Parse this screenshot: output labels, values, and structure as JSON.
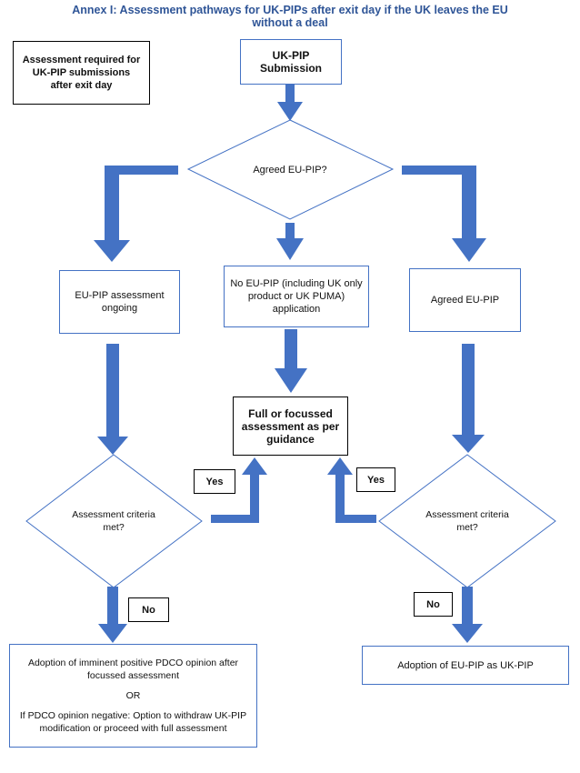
{
  "title": {
    "line1": "Annex I: Assessment pathways for UK-PIPs after exit day if the UK leaves the EU",
    "line2": "without a deal"
  },
  "note": "Assessment required for UK-PIP submissions after exit day",
  "start": "UK-PIP Submission",
  "decision_agreed": "Agreed EU-PIP?",
  "left_box": "EU-PIP assessment ongoing",
  "middle_box": "No EU-PIP (including UK only product or UK PUMA) application",
  "right_box": "Agreed EU-PIP",
  "center_box": "Full or focussed assessment as per guidance",
  "decision_left": "Assessment criteria met?",
  "decision_right": "Assessment criteria met?",
  "yes_left": "Yes",
  "yes_right": "Yes",
  "no_left": "No",
  "no_right": "No",
  "bottom_left": {
    "line1": "Adoption of imminent positive PDCO opinion after focussed assessment",
    "line2": "OR",
    "line3": "If PDCO opinion negative: Option to withdraw UK-PIP modification or proceed with full assessment"
  },
  "bottom_right": "Adoption of EU-PIP as UK-PIP",
  "colors": {
    "arrow": "#4472c4",
    "title": "#2f5597",
    "outline": "#4472c4"
  }
}
